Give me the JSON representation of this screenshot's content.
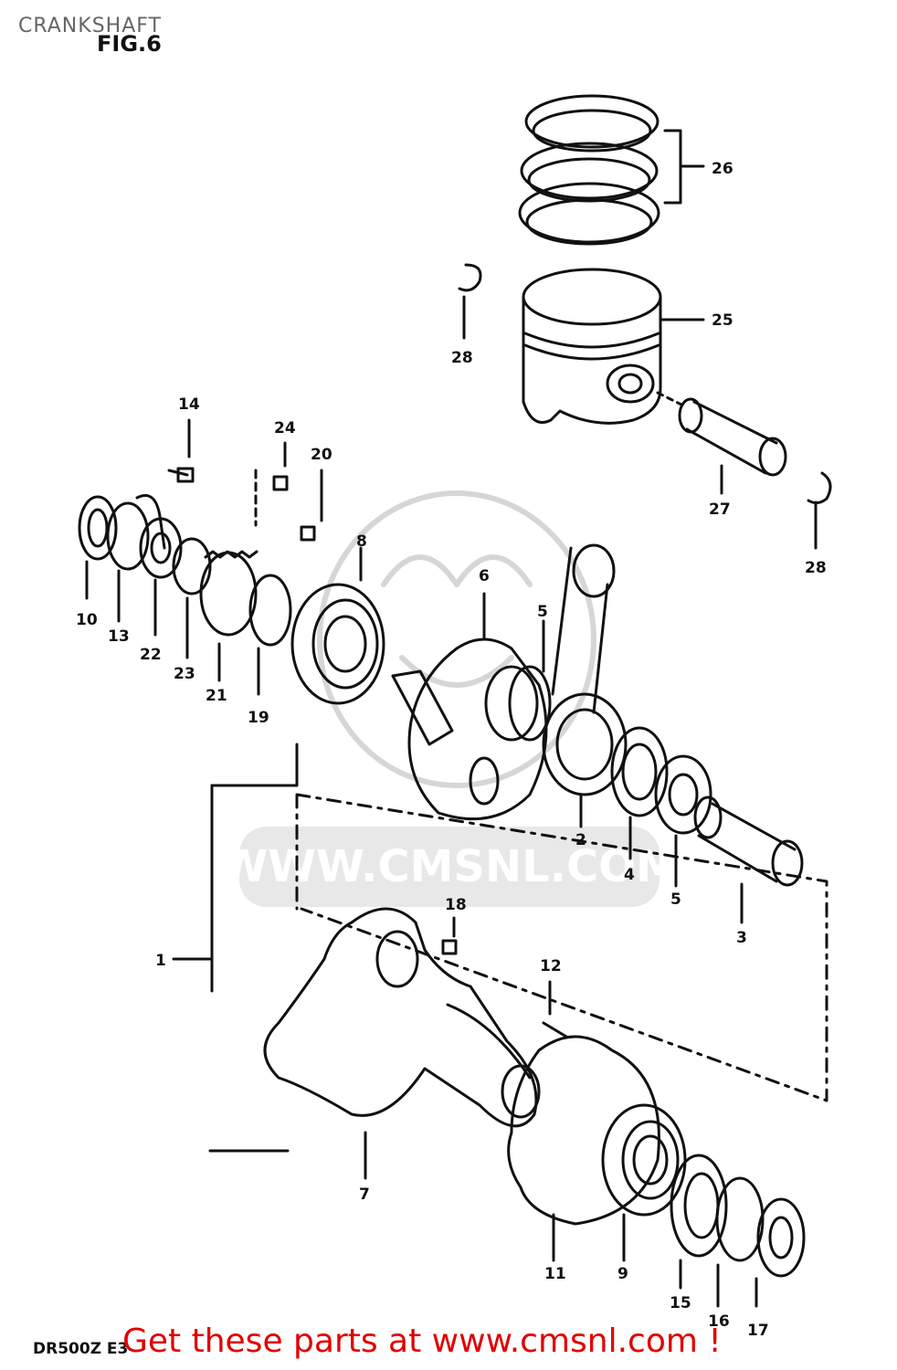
{
  "page_title": "CRANKSHAFT",
  "figure_label": "FIG.6",
  "model_code": "DR500Z E3",
  "promo_text": "Get these parts at www.cmsnl.com !",
  "watermark": {
    "text": "WWW.CMSNL.COM",
    "color": "#d0d0d0"
  },
  "callouts": [
    "1",
    "2",
    "3",
    "4",
    "5",
    "5",
    "6",
    "7",
    "8",
    "9",
    "10",
    "11",
    "12",
    "13",
    "14",
    "15",
    "16",
    "17",
    "18",
    "19",
    "20",
    "21",
    "22",
    "23",
    "24",
    "25",
    "26",
    "27",
    "28",
    "28"
  ]
}
